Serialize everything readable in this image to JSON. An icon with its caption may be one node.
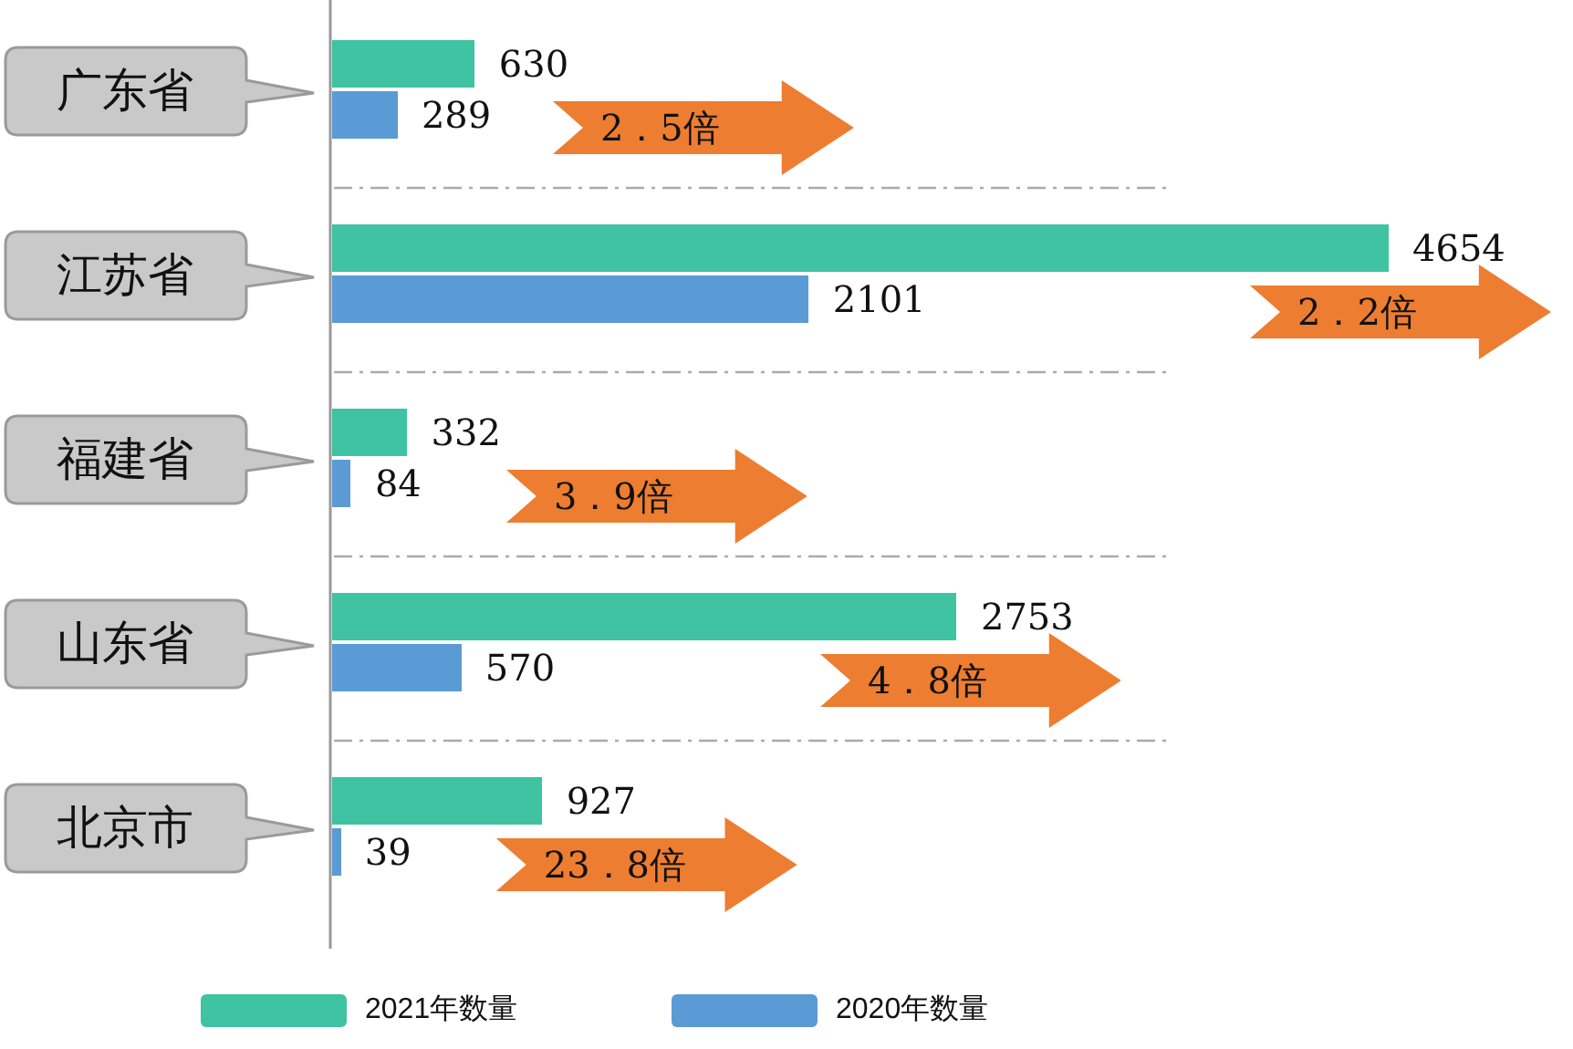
{
  "diagram": {
    "chart_data": {
      "type": "bar",
      "orientation": "horizontal",
      "categories": [
        "广东省",
        "江苏省",
        "福建省",
        "山东省",
        "北京市"
      ],
      "series": [
        {
          "color": "#3fc3a2",
          "values": [
            630,
            4654,
            332,
            2753,
            927
          ]
        },
        {
          "color": "#5b9bd5",
          "values": [
            289,
            2101,
            84,
            570,
            39
          ]
        }
      ],
      "data_labels": true,
      "annotations": [
        "2．5倍",
        "2．2倍",
        "3．9倍",
        "4．8倍",
        "23．8倍"
      ]
    },
    "legend": [
      {
        "text": "2021年数量",
        "color": "#3fc3a2"
      },
      {
        "text": "2020年数量",
        "color": "#5b9bd5"
      }
    ]
  }
}
